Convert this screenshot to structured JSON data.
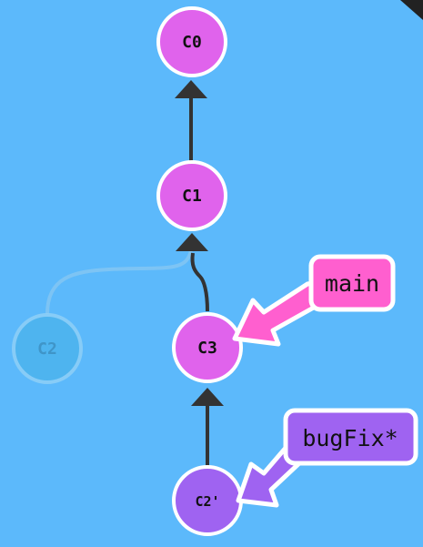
{
  "commits": [
    {
      "id": "C0",
      "color": "#e063ec"
    },
    {
      "id": "C1",
      "color": "#e063ec"
    },
    {
      "id": "C2",
      "color": "#4cb4ee",
      "faded": true
    },
    {
      "id": "C3",
      "color": "#e063ec"
    },
    {
      "id": "C2'",
      "color": "#9f63f1"
    }
  ],
  "branches": [
    {
      "name": "main",
      "color": "#ff5fcf",
      "target": "C3"
    },
    {
      "name": "bugFix*",
      "color": "#9f63f1",
      "target": "C2'"
    }
  ],
  "edges": [
    {
      "from": "C1",
      "to": "C0"
    },
    {
      "from": "C3",
      "to": "C1"
    },
    {
      "from": "C2'",
      "to": "C3"
    },
    {
      "from": "C2",
      "to": "C1",
      "faded": true
    }
  ],
  "colors": {
    "background": "#5cb9fb",
    "edge": "#333333",
    "stroke": "#ffffff"
  }
}
